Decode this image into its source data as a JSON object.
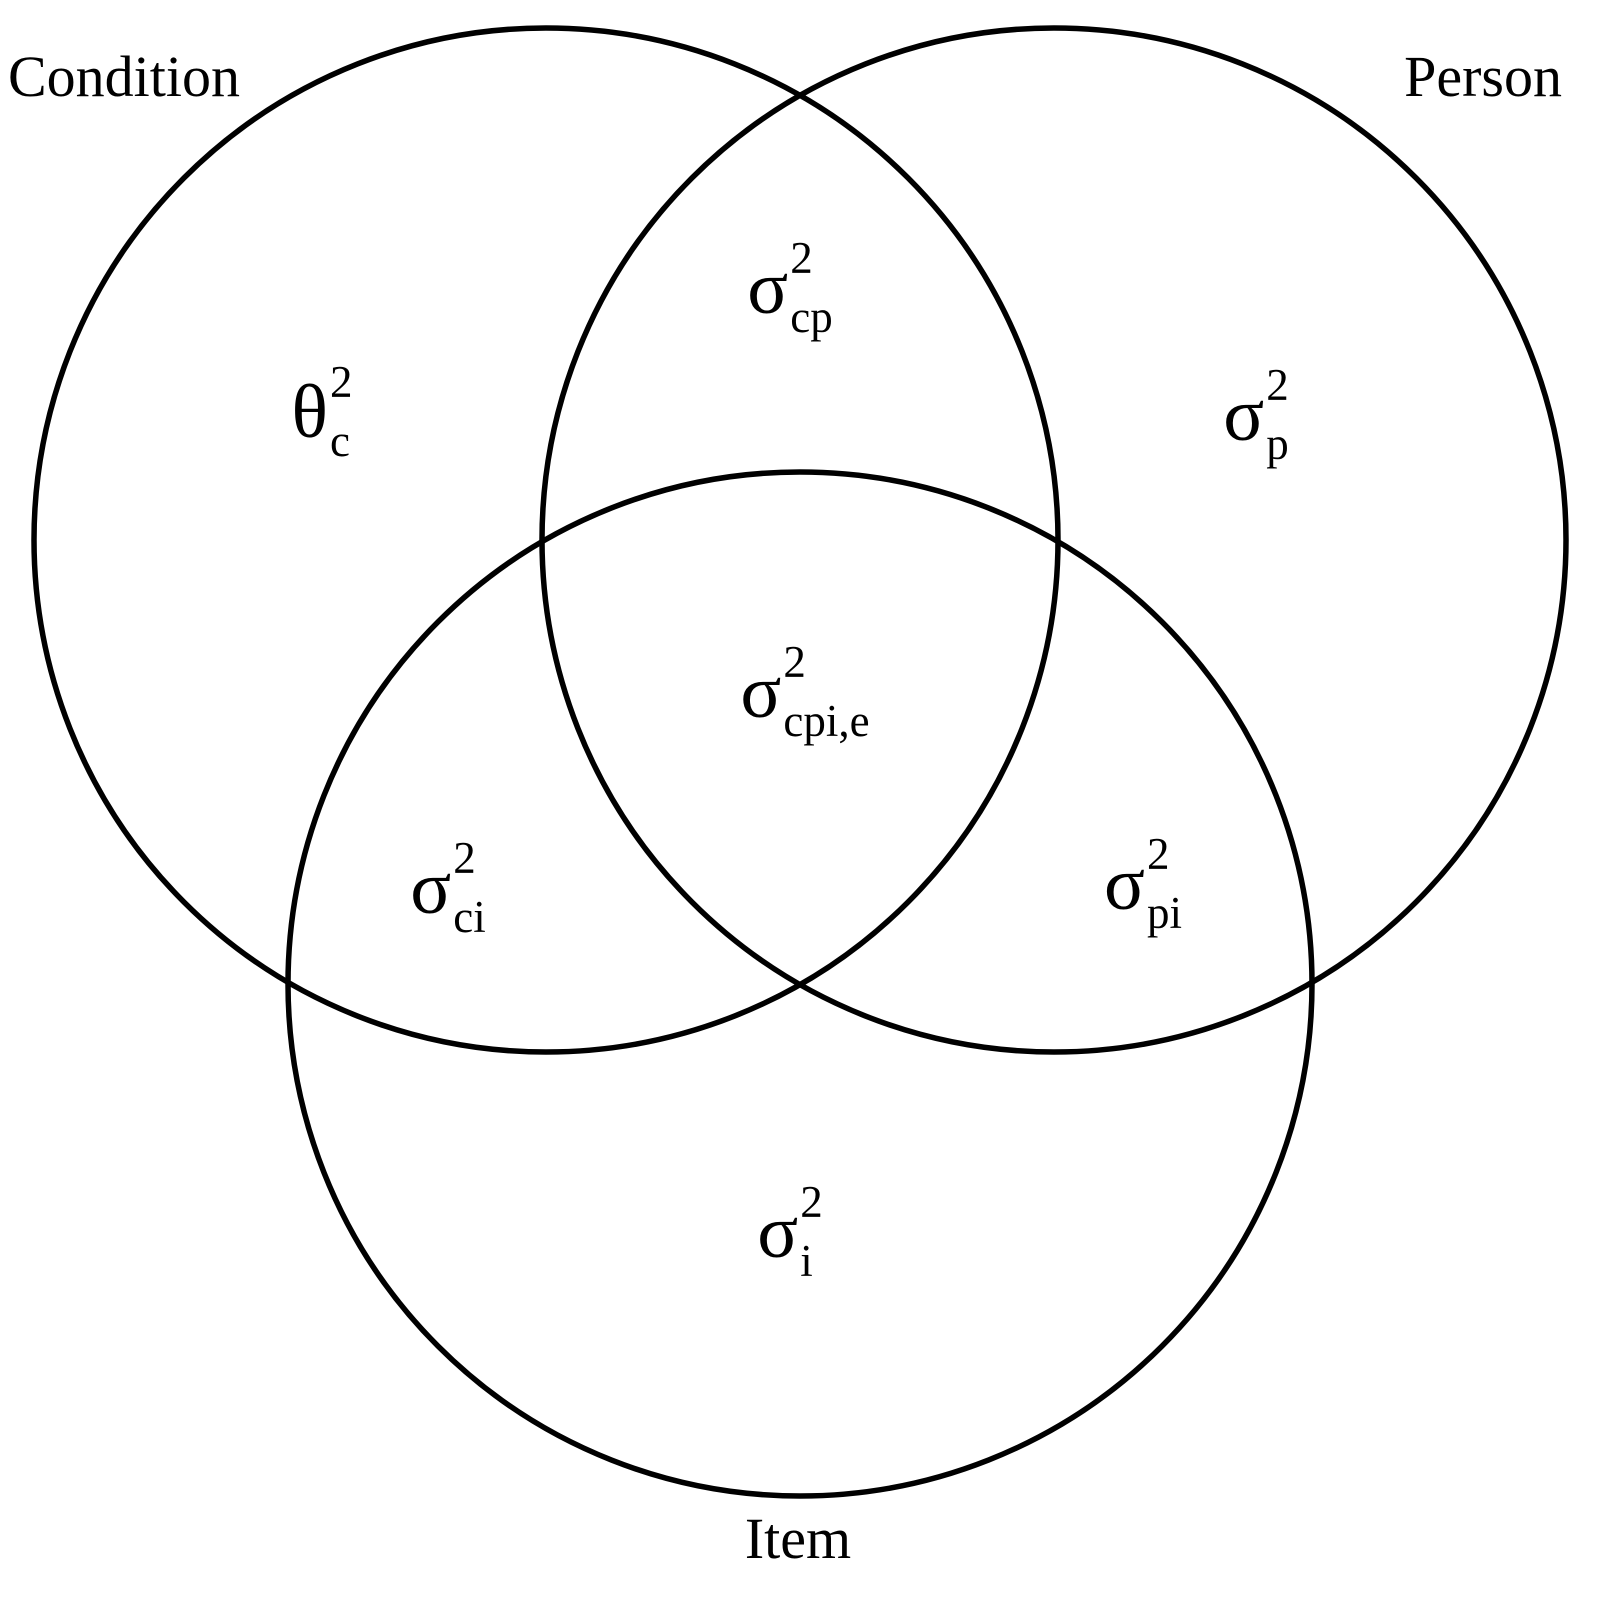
{
  "diagram": {
    "type": "venn-3-circle",
    "background": "#ffffff",
    "stroke_color": "#000000",
    "set_labels": {
      "condition": "Condition",
      "person": "Person",
      "item": "Item"
    },
    "regions": [
      {
        "id": "condition-only",
        "base": "θ",
        "sup": "2",
        "sub": "c"
      },
      {
        "id": "condition-person",
        "base": "σ",
        "sup": "2",
        "sub": "cp"
      },
      {
        "id": "person-only",
        "base": "σ",
        "sup": "2",
        "sub": "p"
      },
      {
        "id": "condition-person-item",
        "base": "σ",
        "sup": "2",
        "sub": "cpi,e"
      },
      {
        "id": "condition-item",
        "base": "σ",
        "sup": "2",
        "sub": "ci"
      },
      {
        "id": "person-item",
        "base": "σ",
        "sup": "2",
        "sub": "pi"
      },
      {
        "id": "item-only",
        "base": "σ",
        "sup": "2",
        "sub": "i"
      }
    ]
  }
}
